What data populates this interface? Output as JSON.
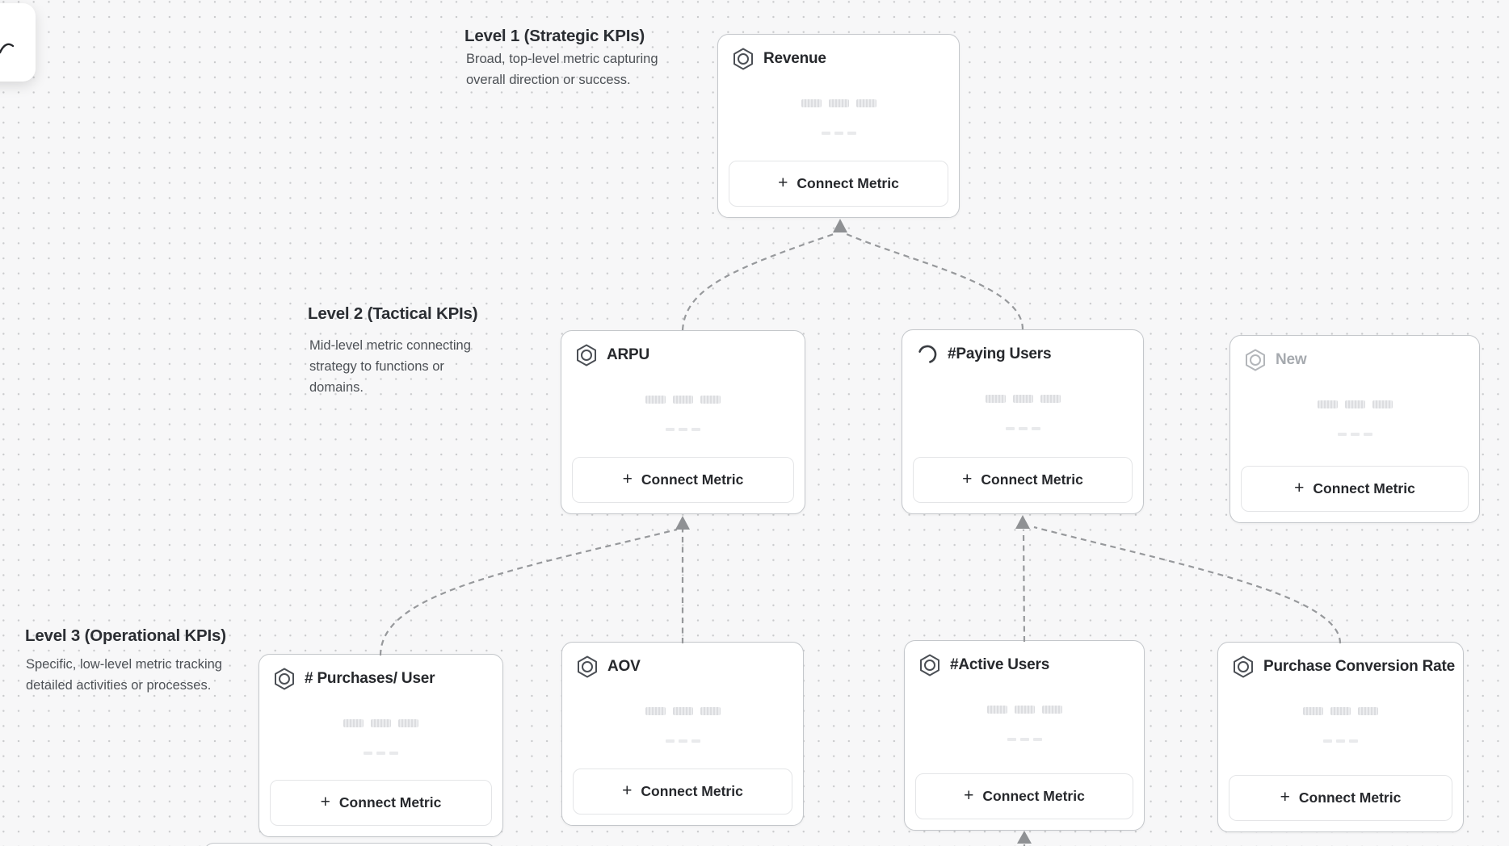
{
  "levels": [
    {
      "title": "Level 1 (Strategic KPIs)",
      "description": "Broad, top-level metric capturing overall direction or success."
    },
    {
      "title": "Level 2 (Tactical KPIs)",
      "description": "Mid-level metric connecting strategy to functions or domains."
    },
    {
      "title": "Level 3 (Operational KPIs)",
      "description": "Specific, low-level metric tracking detailed activities or processes."
    }
  ],
  "cards": [
    {
      "id": "revenue",
      "level": 1,
      "title": "Revenue",
      "icon": "hexagon-metric-icon",
      "state": "default",
      "button_label": "Connect Metric"
    },
    {
      "id": "arpu",
      "level": 2,
      "title": "ARPU",
      "icon": "hexagon-metric-icon",
      "state": "default",
      "button_label": "Connect Metric"
    },
    {
      "id": "paying-users",
      "level": 2,
      "title": "#Paying Users",
      "icon": "spinner-icon",
      "state": "loading",
      "button_label": "Connect Metric"
    },
    {
      "id": "new",
      "level": 2,
      "title": "New",
      "icon": "hexagon-metric-icon",
      "state": "draft",
      "button_label": "Connect Metric"
    },
    {
      "id": "purchases-per-user",
      "level": 3,
      "title": "# Purchases/ User",
      "icon": "hexagon-metric-icon",
      "state": "default",
      "button_label": "Connect Metric"
    },
    {
      "id": "aov",
      "level": 3,
      "title": "AOV",
      "icon": "hexagon-metric-icon",
      "state": "default",
      "button_label": "Connect Metric"
    },
    {
      "id": "active-users",
      "level": 3,
      "title": "#Active Users",
      "icon": "hexagon-metric-icon",
      "state": "default",
      "button_label": "Connect Metric"
    },
    {
      "id": "purchase-conversion-rate",
      "level": 3,
      "title": "Purchase Conversion Rate",
      "icon": "hexagon-metric-icon",
      "state": "default",
      "button_label": "Connect Metric"
    }
  ],
  "connections": [
    {
      "from": "arpu",
      "to": "revenue"
    },
    {
      "from": "paying-users",
      "to": "revenue"
    },
    {
      "from": "purchases-per-user",
      "to": "arpu"
    },
    {
      "from": "aov",
      "to": "arpu"
    },
    {
      "from": "active-users",
      "to": "paying-users"
    },
    {
      "from": "purchase-conversion-rate",
      "to": "paying-users"
    },
    {
      "from": "offscreen-card-below",
      "to": "active-users"
    }
  ],
  "colors": {
    "canvas_bg": "#f7f7f8",
    "dot_grid": "#c9cacc",
    "card_border": "#c4c7cb",
    "title_text": "#26282c",
    "draft_text": "#a6aaaf",
    "description_text": "#4d5156",
    "connector": "#97999c",
    "skeleton": "#e2e3e5"
  }
}
